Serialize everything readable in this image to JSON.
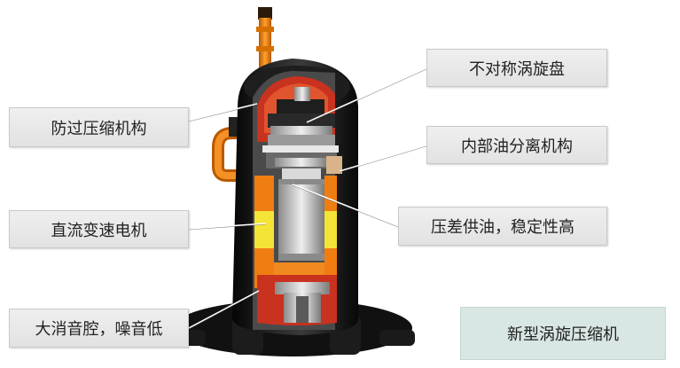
{
  "labels": {
    "anti_overcompression": "防过压缩机构",
    "dc_motor": "直流变速电机",
    "muffler": "大消音腔，噪音低",
    "asymmetric_scroll": "不对称涡旋盘",
    "oil_separation": "内部油分离机构",
    "pressure_oil_supply": "压差供油，稳定性高"
  },
  "caption": "新型涡旋压缩机",
  "colors": {
    "shell": "#161616",
    "orange": "#f07d12",
    "red": "#c8321e",
    "yellow": "#f3e437",
    "metal": "#c9c9c9",
    "label_bg": "#e6e6e6",
    "caption_bg": "#d9e7e4"
  }
}
